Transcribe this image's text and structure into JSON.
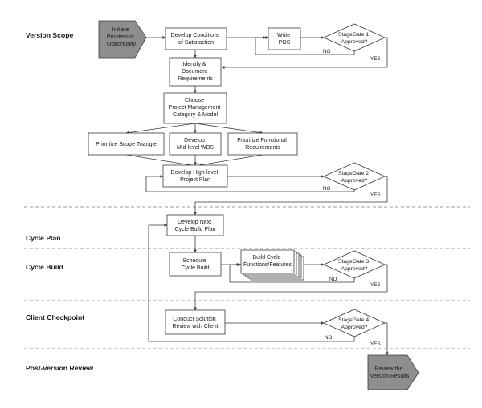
{
  "phases": {
    "version_scope": "Version Scope",
    "cycle_plan": "Cycle Plan",
    "cycle_build": "Cycle Build",
    "client_checkpoint": "Client Checkpoint",
    "post_version_review": "Post-version Review"
  },
  "nodes": {
    "initiate": [
      "Initiate",
      "Problem or",
      "Opportunity"
    ],
    "develop_cos": [
      "Develop Conditions",
      "of Satisfaction"
    ],
    "write_pos": [
      "Write",
      "POS"
    ],
    "stagegate1": [
      "StageGate 1",
      "Approved?"
    ],
    "identify_req": [
      "Identify &",
      "Document",
      "Requirements"
    ],
    "choose_pm": [
      "Choose",
      "Project Management",
      "Category & Model"
    ],
    "prioritize_scope": [
      "Prioritize Scope Triangle"
    ],
    "develop_wbs": [
      "Develop",
      "Mid-level WBS"
    ],
    "prioritize_func": [
      "Prioritize Functional",
      "Requirements"
    ],
    "develop_plan": [
      "Develop High-level",
      "Project Plan"
    ],
    "stagegate2": [
      "StageGate 2",
      "Approved?"
    ],
    "next_cycle": [
      "Develop Next",
      "Cycle Build Plan"
    ],
    "schedule_cycle": [
      "Schedule",
      "Cycle Build"
    ],
    "build_cycle": [
      "Build Cycle",
      "Functions/Features"
    ],
    "stagegate3": [
      "StageGate 3",
      "Approved?"
    ],
    "conduct_review": [
      "Conduct Solution",
      "Review with Client"
    ],
    "stagegate4": [
      "StageGate 4",
      "Approved?"
    ],
    "review_results": [
      "Review the",
      "Version Results"
    ]
  },
  "labels": {
    "no": "NO",
    "yes": "YES"
  },
  "colors": {
    "terminal_fill": "#8e8e8e",
    "line": "#3a3a3a"
  }
}
